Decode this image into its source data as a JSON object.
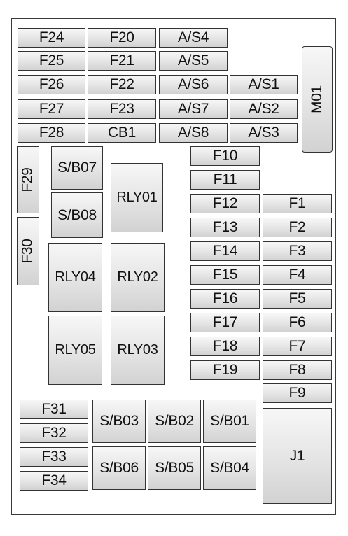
{
  "fuses": {
    "F24": "F24",
    "F20": "F20",
    "AS4": "A/S4",
    "F25": "F25",
    "F21": "F21",
    "AS5": "A/S5",
    "F26": "F26",
    "F22": "F22",
    "AS6": "A/S6",
    "AS1": "A/S1",
    "F27": "F27",
    "F23": "F23",
    "AS7": "A/S7",
    "AS2": "A/S2",
    "F28": "F28",
    "CB1": "CB1",
    "AS8": "A/S8",
    "AS3": "A/S3",
    "M01": "M01",
    "F29": "F29",
    "F30": "F30",
    "SB07": "S/B07",
    "SB08": "S/B08",
    "RLY01": "RLY01",
    "RLY02": "RLY02",
    "RLY03": "RLY03",
    "RLY04": "RLY04",
    "RLY05": "RLY05",
    "F10": "F10",
    "F11": "F11",
    "F12": "F12",
    "F13": "F13",
    "F14": "F14",
    "F15": "F15",
    "F16": "F16",
    "F17": "F17",
    "F18": "F18",
    "F19": "F19",
    "F1": "F1",
    "F2": "F2",
    "F3": "F3",
    "F4": "F4",
    "F5": "F5",
    "F6": "F6",
    "F7": "F7",
    "F8": "F8",
    "F9": "F9",
    "F31": "F31",
    "F32": "F32",
    "F33": "F33",
    "F34": "F34",
    "SB03": "S/B03",
    "SB02": "S/B02",
    "SB01": "S/B01",
    "SB06": "S/B06",
    "SB05": "S/B05",
    "SB04": "S/B04",
    "J1": "J1"
  }
}
